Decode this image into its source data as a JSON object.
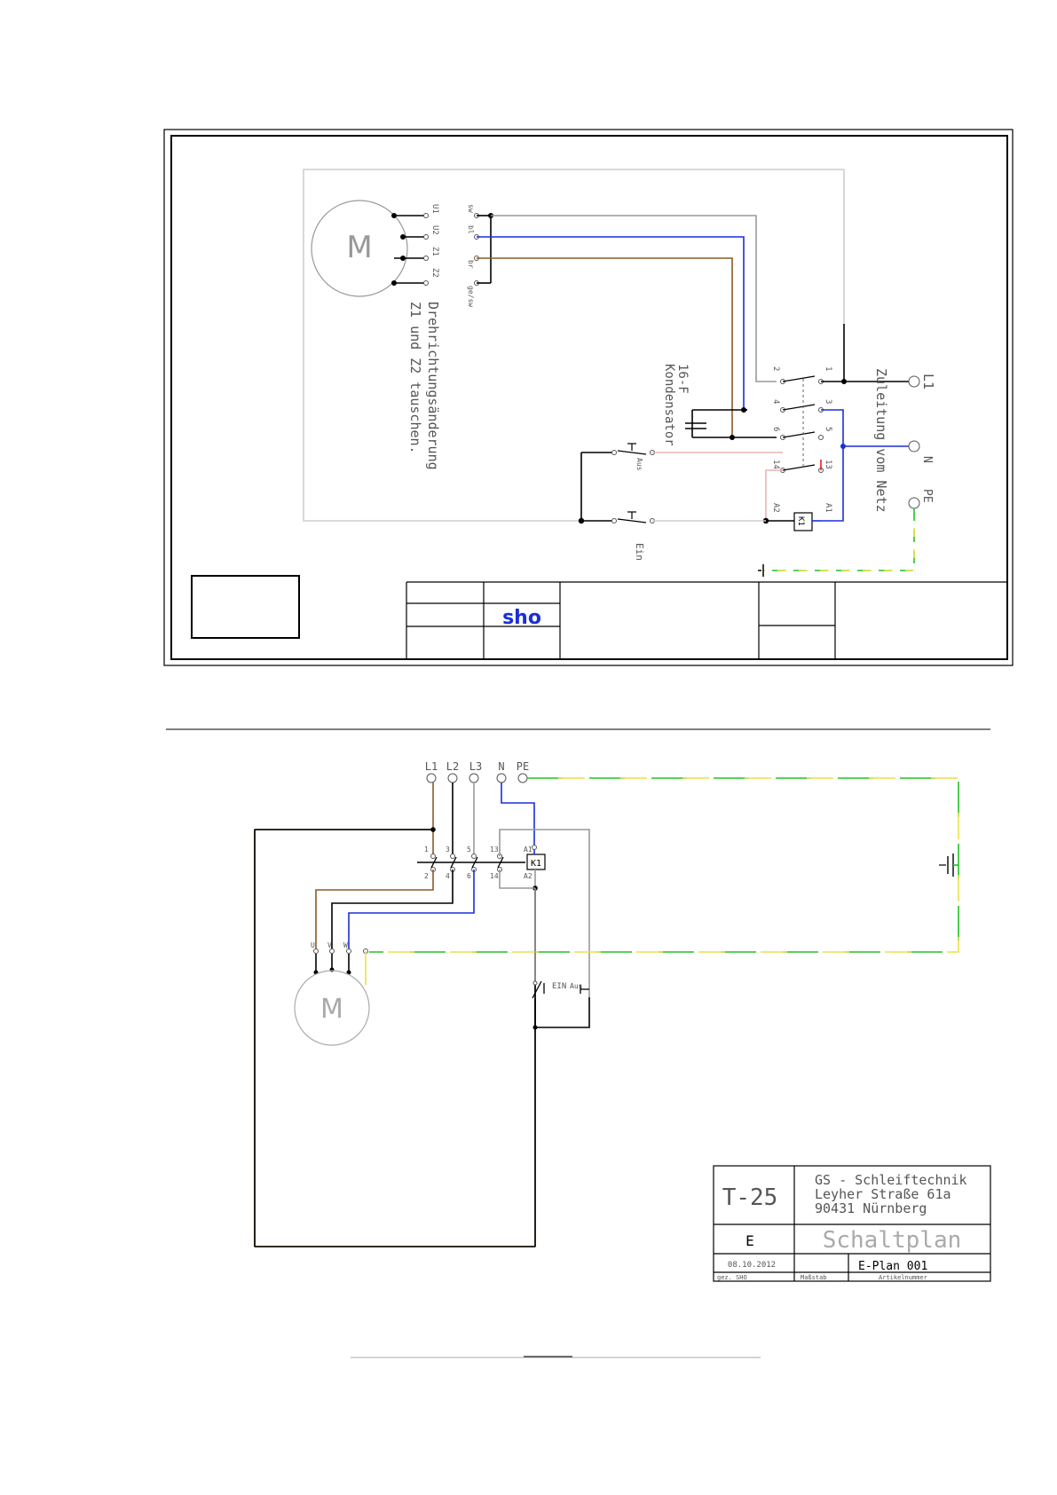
{
  "top": {
    "motor_label": "M",
    "motor_terminals": [
      "U1",
      "U2",
      "Z1",
      "Z2"
    ],
    "wire_colors": [
      "sw",
      "bl",
      "br",
      "ge/sw"
    ],
    "note_line1": "Drehrichtungsänderung",
    "note_line2": "Z1 und Z2 tauschen.",
    "capacitor_line1": "16-F",
    "capacitor_line2": "Kondensator",
    "contact_numbers": [
      "2",
      "4",
      "6",
      "1",
      "3",
      "5",
      "14",
      "13",
      "A2",
      "A1"
    ],
    "switch_off": "Aus",
    "switch_on": "Ein",
    "relay_label": "K1",
    "supply_l1": "L1",
    "supply_n": "N",
    "supply_pe": "PE",
    "supply_note": "Zuleitung vom Netz",
    "title_block_brand": "sho"
  },
  "bottom": {
    "supply_terminals": [
      "L1",
      "L2",
      "L3",
      "N",
      "PE"
    ],
    "contact_top": [
      "1",
      "3",
      "5",
      "13",
      "A1"
    ],
    "contact_bottom": [
      "2",
      "4",
      "6",
      "14",
      "A2"
    ],
    "relay_label": "K1",
    "motor_label": "M",
    "motor_terminals": [
      "U",
      "V",
      "W"
    ],
    "switch_on": "EIN",
    "switch_off": "Aus",
    "title_block": {
      "part_no": "T-25",
      "company_line1": "GS - Schleiftechnik",
      "company_line2": "Leyher Straße 61a",
      "company_line3": "90431  Nürnberg",
      "category": "E",
      "title": "Schaltplan",
      "date": "08.10.2012",
      "drawing_no": "E-Plan_001",
      "drawn_by": "gez. SHO",
      "scale_label": "Maßstab",
      "article_label": "Artikelnummer"
    }
  },
  "colors": {
    "blue": "#1a2fd8",
    "brown": "#8a5a2b",
    "green": "#22c322",
    "yellow": "#e8e24a",
    "red": "#e02020"
  }
}
